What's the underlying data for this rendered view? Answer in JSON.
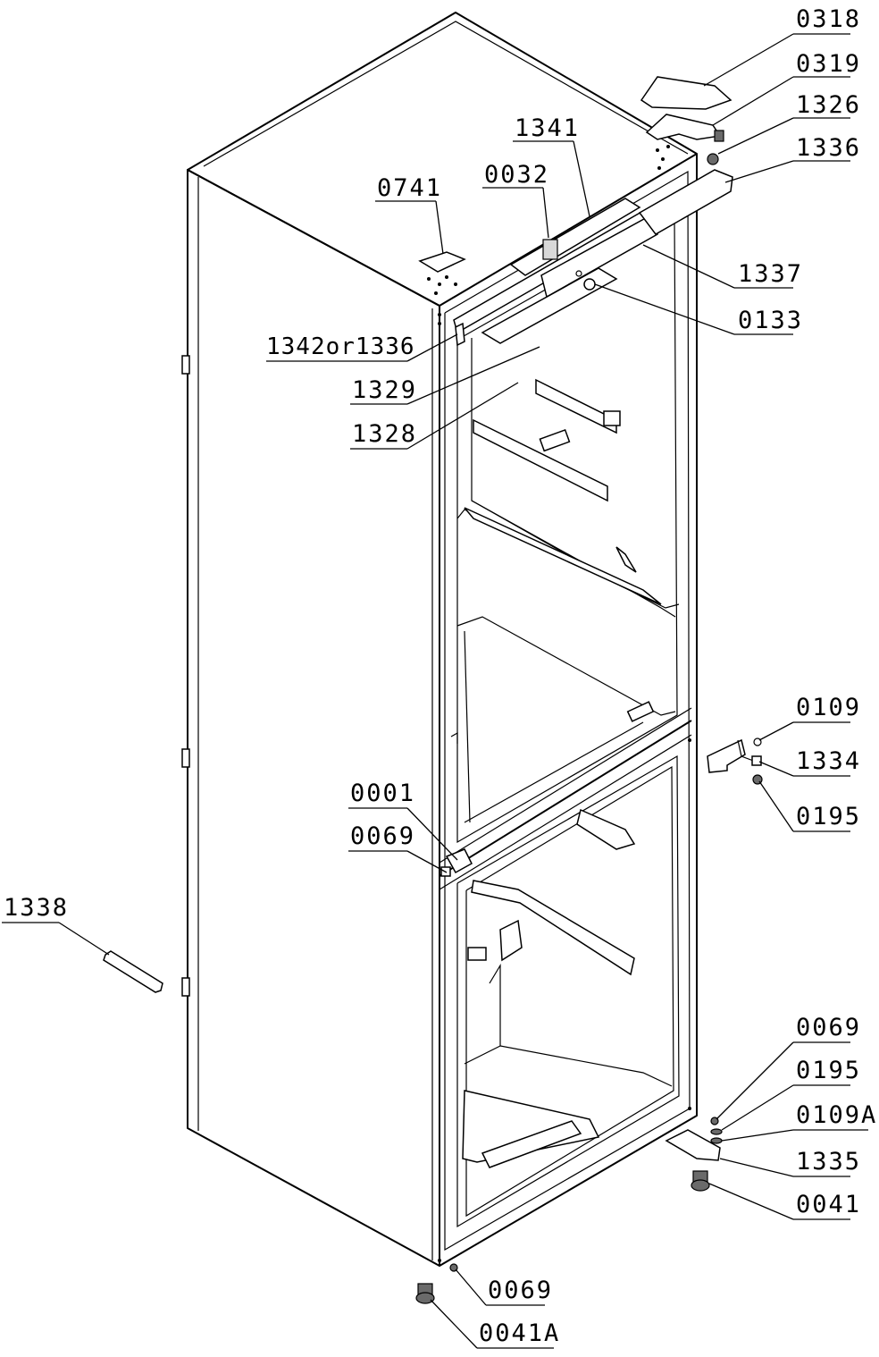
{
  "labels": {
    "p0318": "0318",
    "p0319": "0319",
    "p1326": "1326",
    "p1336": "1336",
    "p1341": "1341",
    "p0032": "0032",
    "p0741": "0741",
    "p1337": "1337",
    "p0133": "0133",
    "p1342": "1342or1336",
    "p1329": "1329",
    "p1328": "1328",
    "p0109a": "0109",
    "p1334": "1334",
    "p0195a": "0195",
    "p0001": "0001",
    "p0069a": "0069",
    "p1338": "1338",
    "p0069b": "0069",
    "p0195b": "0195",
    "p0109b": "0109A",
    "p1335": "1335",
    "p0041": "0041",
    "p0069c": "0069",
    "p0041a": "0041A"
  }
}
